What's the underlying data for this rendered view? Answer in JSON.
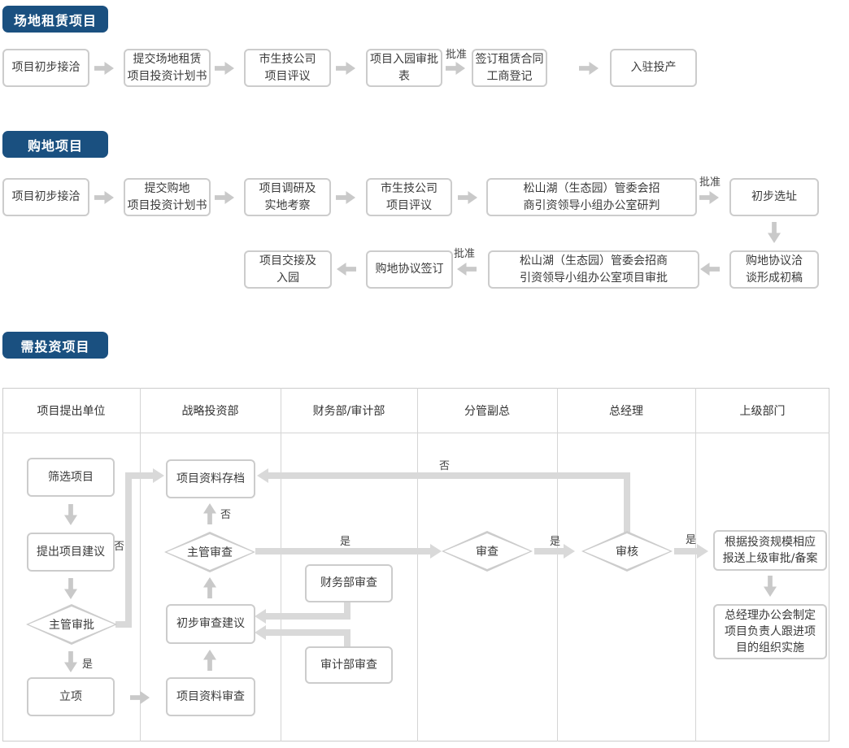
{
  "colors": {
    "badge": "#1a5080",
    "border": "#cccccc",
    "line": "#d9d9d9",
    "arrow": "#c9c9c9",
    "text": "#333333"
  },
  "section1": {
    "badge": "场地租赁项目",
    "approve": "批准",
    "nodes": {
      "n1": "项目初步接洽",
      "n2": "提交场地租赁\n项目投资计划书",
      "n3": "市生技公司\n项目评议",
      "n4": "项目入园审批表",
      "n5": "签订租赁合同\n工商登记",
      "n6": "入驻投产"
    }
  },
  "section2": {
    "badge": "购地项目",
    "approve1": "批准",
    "approve2": "批准",
    "nodes": {
      "n1": "项目初步接洽",
      "n2": "提交购地\n项目投资计划书",
      "n3": "项目调研及\n实地考察",
      "n4": "市生技公司\n项目评议",
      "n5": "松山湖（生态园）管委会招\n商引资领导小组办公室研判",
      "n6": "初步选址",
      "n7": "购地协议洽\n谈形成初稿",
      "n8": "松山湖（生态园）管委会招商\n引资领导小组办公室项目审批",
      "n9": "购地协议签订",
      "n10": "项目交接及\n入园"
    }
  },
  "section3": {
    "badge": "需投资项目",
    "headers": [
      "项目提出单位",
      "战略投资部",
      "财务部/审计部",
      "分管副总",
      "总经理",
      "上级部门"
    ],
    "yes": "是",
    "no": "否",
    "nodes": {
      "screen": "筛选项目",
      "propose": "提出项目建议",
      "supervisor_approve": "主管审批",
      "setup": "立项",
      "archive": "项目资料存档",
      "supervisor_review": "主管审查",
      "prelim": "初步审查建议",
      "data_review": "项目资料审查",
      "finance": "财务部审查",
      "audit": "审计部审查",
      "review": "审查",
      "check": "审核",
      "report": "根据投资规模相应\n报送上级审批/备案",
      "implement": "总经理办公会制定\n项目负责人跟进项\n目的组织实施"
    }
  }
}
